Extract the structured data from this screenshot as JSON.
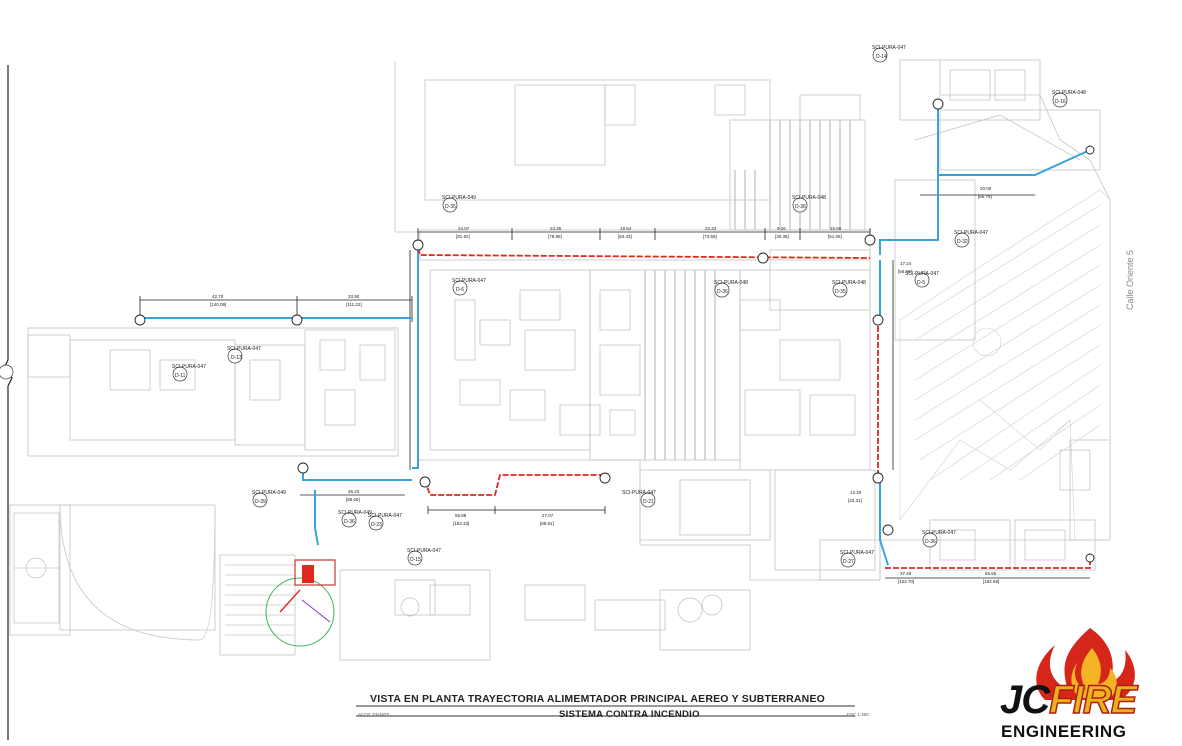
{
  "drawing": {
    "title_main": "VISTA EN PLANTA TRAYECTORIA ALIMEMTADOR PRINCIPAL AEREO Y SUBTERRANEO",
    "title_sub": "SISTEMA CONTRA INCENDIO",
    "note_left": "ACOT. EN MTS",
    "note_right": "ESC 1:400",
    "road_label": "Calle Oriente 5"
  },
  "logo": {
    "brand_left": "JC",
    "brand_fire": "FIRE",
    "brand_sub": "ENGINEERING"
  },
  "colors": {
    "aerial_pipe": "#e0281e",
    "underground_pipe": "#37a3dd",
    "dimension": "#222222",
    "background_plan": "#c9c9c9"
  },
  "callouts": [
    {
      "id": "c1",
      "code": "SCI-PURA-047",
      "detail": "D-14"
    },
    {
      "id": "c2",
      "code": "SCI-PURA-048",
      "detail": "D-16"
    },
    {
      "id": "c3",
      "code": "SCI-PURA-049",
      "detail": "D-35"
    },
    {
      "id": "c4",
      "code": "SCI-PURA-048",
      "detail": "D-36"
    },
    {
      "id": "c5",
      "code": "SCI-PURA-047",
      "detail": "D-32"
    },
    {
      "id": "c6",
      "code": "SCI-PURA-047",
      "detail": "D-6"
    },
    {
      "id": "c7",
      "code": "SCI-PURA-048",
      "detail": "D-36"
    },
    {
      "id": "c8",
      "code": "SCI-PURA-048",
      "detail": "D-35"
    },
    {
      "id": "c9",
      "code": "SCI-PURA-047",
      "detail": "D-5"
    },
    {
      "id": "c10",
      "code": "SCI-PURA-047",
      "detail": "D-13"
    },
    {
      "id": "c11",
      "code": "SCI-PURA-047",
      "detail": "D-11"
    },
    {
      "id": "c12",
      "code": "SCI-PURA-047",
      "detail": "D-21"
    },
    {
      "id": "c13",
      "code": "SCI-PURA-049",
      "detail": "D-39"
    },
    {
      "id": "c14",
      "code": "SCI-PURA-049",
      "detail": "D-36"
    },
    {
      "id": "c15",
      "code": "SCI-PURA-047",
      "detail": "D-23"
    },
    {
      "id": "c16",
      "code": "SCI-PURA-047",
      "detail": "D-15"
    },
    {
      "id": "c17",
      "code": "SCI-PURA-047",
      "detail": "D-27"
    },
    {
      "id": "c18",
      "code": "SCI-PURA-047",
      "detail": "D-36"
    }
  ],
  "dimensions": [
    {
      "id": "d1",
      "value": "42.70",
      "sub": "[140.09]"
    },
    {
      "id": "d2",
      "value": "33.90",
      "sub": "[111.22]"
    },
    {
      "id": "d3",
      "value": "24.97",
      "sub": "[81.92]"
    },
    {
      "id": "d4",
      "value": "24.35",
      "sub": "[79.89]"
    },
    {
      "id": "d5",
      "value": "19.64",
      "sub": "[64.43]"
    },
    {
      "id": "d6",
      "value": "22.43",
      "sub": "[73.59]"
    },
    {
      "id": "d7",
      "value": "9.26",
      "sub": "[30.38]"
    },
    {
      "id": "d8",
      "value": "15.56",
      "sub": "[51.05]"
    },
    {
      "id": "d9",
      "value": "27.07",
      "sub": "[88.81]"
    },
    {
      "id": "d10",
      "value": "55.88",
      "sub": "[183.33]"
    },
    {
      "id": "d11",
      "value": "26.23",
      "sub": "[86.06]"
    },
    {
      "id": "d12",
      "value": "20.05",
      "sub": "[65.78]"
    },
    {
      "id": "d13",
      "value": "37.40",
      "sub": "[122.70]"
    },
    {
      "id": "d14",
      "value": "55.65",
      "sub": "[182.58]"
    },
    {
      "id": "d15",
      "value": "13.20",
      "sub": "[43.31]"
    },
    {
      "id": "d16",
      "value": "17.24",
      "sub": "[56.56]"
    }
  ]
}
